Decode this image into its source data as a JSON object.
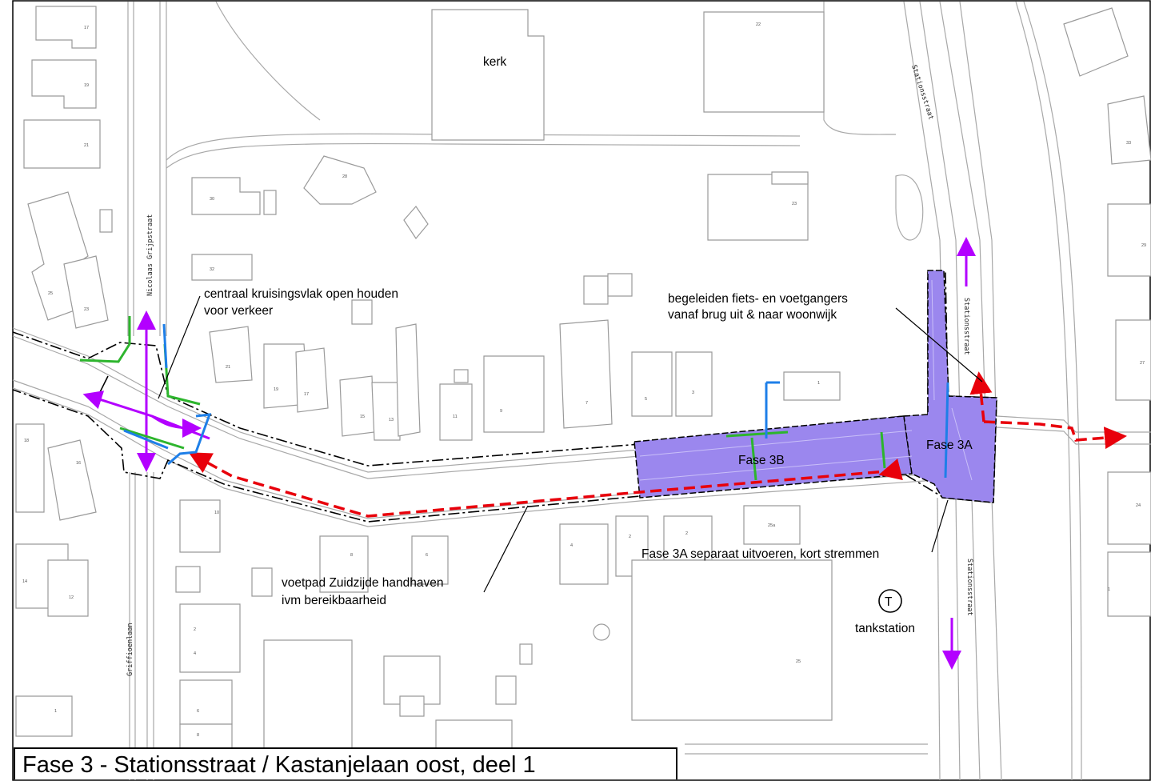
{
  "title": "Fase 3 - Stationsstraat / Kastanjelaan oost, deel 1",
  "labels": {
    "kerk": "kerk",
    "kruising_line1": "centraal kruisingsvlak open houden",
    "kruising_line2": "voor verkeer",
    "begeleiden_line1": "begeleiden fiets- en voetgangers",
    "begeleiden_line2": "vanaf brug uit & naar woonwijk",
    "fase3b": "Fase 3B",
    "fase3a": "Fase 3A",
    "fase3a_note": "Fase 3A separaat uitvoeren, kort stremmen",
    "voetpad_line1": "voetpad Zuidzijde handhaven",
    "voetpad_line2": "ivm bereikbaarheid",
    "tank_symbol": "T",
    "tankstation": "tankstation"
  },
  "streets": {
    "stationsstraat_top": "Stationsstraat",
    "stationsstraat_mid": "Stationsstraat",
    "stationsstraat_bottom": "Stationsstraat",
    "nicolaas": "Nicolaas Grijpstraat",
    "griffioenlaan": "Griffioenlaan"
  },
  "house_numbers": [
    "17",
    "19",
    "21",
    "25",
    "23",
    "30",
    "28",
    "32",
    "21",
    "19",
    "17",
    "15",
    "13",
    "11",
    "9",
    "7",
    "5",
    "3",
    "1",
    "23",
    "22",
    "33",
    "18",
    "16",
    "14",
    "12",
    "10",
    "8",
    "6",
    "4",
    "2",
    "2",
    "25a",
    "25",
    "29",
    "27",
    "24",
    "2",
    "1",
    "4",
    "6",
    "8",
    "1"
  ],
  "colors": {
    "phase_fill": "#9b87ee",
    "detour": "#e8000b",
    "traffic_arrow": "#b300ff",
    "barrier_blue": "#1e7fe8",
    "barrier_green": "#2db52d"
  }
}
